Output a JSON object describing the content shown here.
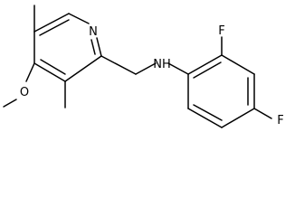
{
  "molecule": {
    "atoms": {
      "pyridine_n": "N",
      "amine_nh": "NH",
      "methoxy_o": "O",
      "fluoro_ortho": "F",
      "fluoro_para": "F"
    }
  }
}
